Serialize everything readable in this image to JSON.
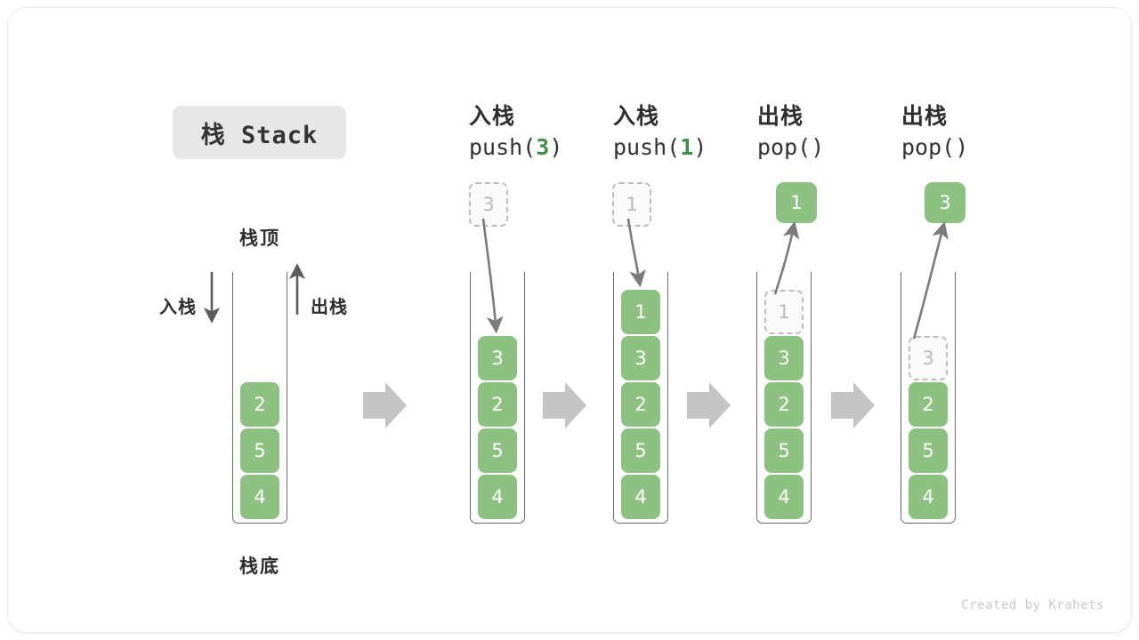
{
  "title": {
    "badge": "栈 Stack"
  },
  "labels": {
    "top": "栈顶",
    "bottom": "栈底",
    "push_side": "入栈",
    "pop_side": "出栈"
  },
  "colors": {
    "cell_fill": "#8cc182",
    "cell_text": "#ffffff",
    "ghost_fill": "#fafafa",
    "ghost_border": "#bdbdbd",
    "ghost_text": "#b8b8b8",
    "accent_value": "#3f9142",
    "badge_bg": "#e7e7e7",
    "arrow_gray": "#c4c4c4",
    "line_gray": "#7b7b7b",
    "container_stroke": "#666b70",
    "text_dark": "#2e2e2e",
    "footer_text": "#c9c9c9"
  },
  "steps": [
    {
      "id": "initial",
      "heading_cn": "",
      "heading_code_prefix": "",
      "heading_code_value": "",
      "heading_code_suffix": "",
      "cells": [
        "2",
        "5",
        "4"
      ],
      "ghost_top": null,
      "outside_cell": null,
      "outside_kind": null
    },
    {
      "id": "push-3",
      "heading_cn": "入栈",
      "heading_code_prefix": "push(",
      "heading_code_value": "3",
      "heading_code_suffix": ")",
      "cells": [
        "3",
        "2",
        "5",
        "4"
      ],
      "ghost_top": null,
      "outside_cell": "3",
      "outside_kind": "ghost"
    },
    {
      "id": "push-1",
      "heading_cn": "入栈",
      "heading_code_prefix": "push(",
      "heading_code_value": "1",
      "heading_code_suffix": ")",
      "cells": [
        "1",
        "3",
        "2",
        "5",
        "4"
      ],
      "ghost_top": null,
      "outside_cell": "1",
      "outside_kind": "ghost"
    },
    {
      "id": "pop-1",
      "heading_cn": "出栈",
      "heading_code_prefix": "pop(",
      "heading_code_value": "",
      "heading_code_suffix": ")",
      "cells": [
        "3",
        "2",
        "5",
        "4"
      ],
      "ghost_top": "1",
      "outside_cell": "1",
      "outside_kind": "filled"
    },
    {
      "id": "pop-3",
      "heading_cn": "出栈",
      "heading_code_prefix": "pop(",
      "heading_code_value": "",
      "heading_code_suffix": ")",
      "cells": [
        "2",
        "5",
        "4"
      ],
      "ghost_top": "3",
      "outside_cell": "3",
      "outside_kind": "filled"
    }
  ],
  "footer": {
    "credit": "Created by Krahets"
  }
}
